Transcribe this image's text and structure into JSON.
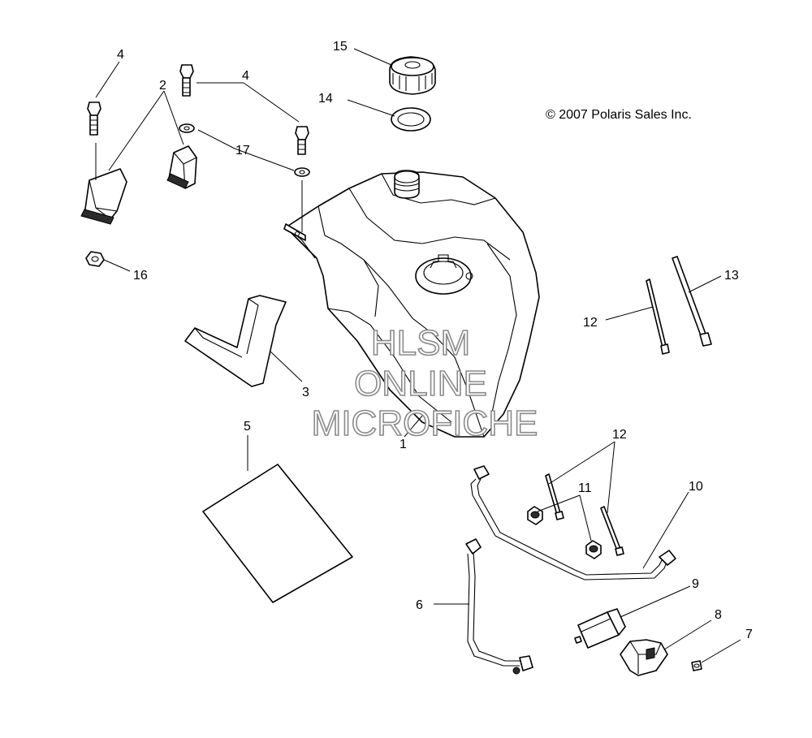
{
  "copyright": "© 2007 Polaris Sales Inc.",
  "watermark": [
    "HLSM",
    "ONLINE",
    "MICROFICHE"
  ],
  "callouts": {
    "c1": "1",
    "c2": "2",
    "c3": "3",
    "c4a": "4",
    "c4b": "4",
    "c5": "5",
    "c6": "6",
    "c7": "7",
    "c8": "8",
    "c9": "9",
    "c10": "10",
    "c11": "11",
    "c12a": "12",
    "c12b": "12",
    "c13": "13",
    "c14": "14",
    "c15": "15",
    "c16": "16",
    "c17": "17"
  },
  "parts": [
    "fuel-tank",
    "bracket",
    "pad",
    "bolt",
    "liner-pad",
    "fuel-line",
    "screw",
    "clip",
    "fuel-filter",
    "fuel-line",
    "grommet",
    "cable-tie",
    "cable-tie-long",
    "gasket",
    "fuel-cap",
    "nut",
    "washer"
  ]
}
